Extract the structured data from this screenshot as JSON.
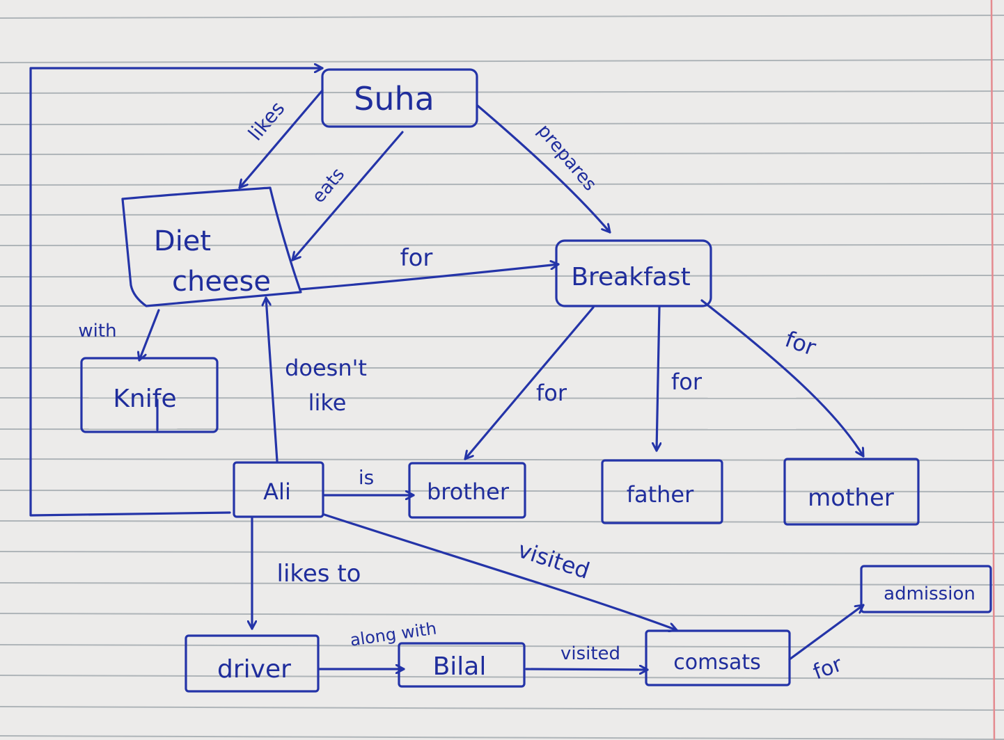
{
  "colors": {
    "paper": "#ecebea",
    "rule_line": "#9aa2a8",
    "margin_line": "#e48a8f",
    "ink": "#2434a8"
  },
  "nodes": {
    "suha": "Suha",
    "diet_cheese_line1": "Diet",
    "diet_cheese_line2": "cheese",
    "breakfast": "Breakfast",
    "knife": "Knife",
    "ali": "Ali",
    "brother": "brother",
    "father": "father",
    "mother": "mother",
    "driver": "driver",
    "bilal": "Bilal",
    "comsats": "comsats",
    "admission": "admission"
  },
  "edges": {
    "likes": "likes",
    "eats": "eats",
    "prepares": "prepares",
    "for_cheese_breakfast": "for",
    "with": "with",
    "doesnt_like_line1": "doesn't",
    "doesnt_like_line2": "like",
    "for_brother": "for",
    "for_father": "for",
    "for_mother": "for",
    "is": "is",
    "likes_to": "likes to",
    "visited_ali": "visited",
    "along_with": "along with",
    "visited_bilal": "visited",
    "for_admission": "for"
  }
}
